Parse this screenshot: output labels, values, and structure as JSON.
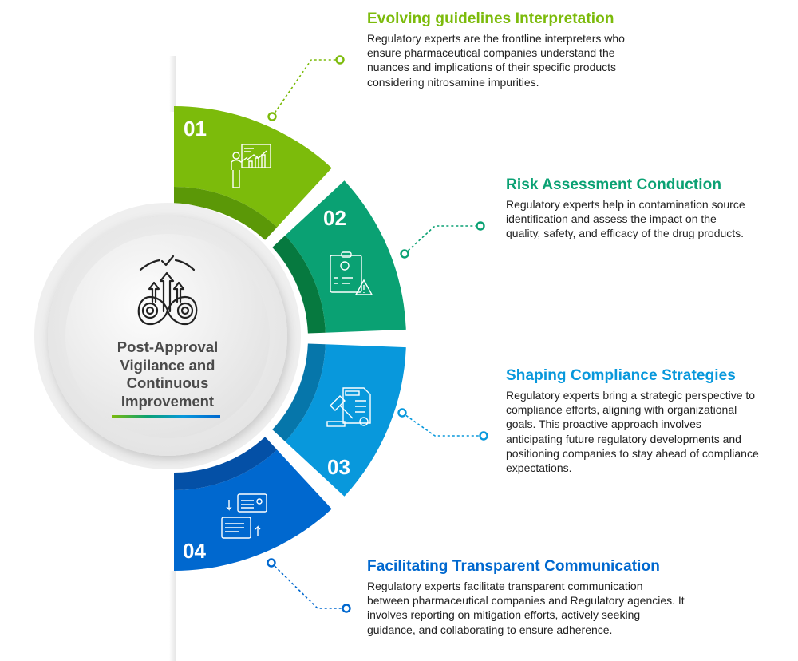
{
  "center": {
    "title": "Post-Approval Vigilance and Continuous Improvement",
    "icon": "improvement-gears-icon"
  },
  "steps": [
    {
      "number": "01",
      "title": "Evolving guidelines Interpretation",
      "body": "Regulatory experts are the frontline interpreters who ensure pharmaceutical companies understand the nuances and implications of their specific products considering nitrosamine impurities.",
      "color": "#7cbb0b",
      "dark": "#5b9807",
      "icon": "presentation-chart-icon"
    },
    {
      "number": "02",
      "title": "Risk Assessment Conduction",
      "body": "Regulatory experts help in contamination source identification and assess the impact on the quality, safety, and efficacy of the drug products.",
      "color": "#0aa173",
      "dark": "#06793f",
      "icon": "clipboard-warning-icon"
    },
    {
      "number": "03",
      "title": "Shaping Compliance Strategies",
      "body": "Regulatory experts bring a strategic perspective to compliance efforts, aligning with organizational goals. This proactive approach involves anticipating future regulatory developments and positioning companies to stay ahead of compliance expectations.",
      "color": "#0898dc",
      "dark": "#0676aa",
      "icon": "gavel-document-icon"
    },
    {
      "number": "04",
      "title": "Facilitating Transparent Communication",
      "body": "Regulatory experts facilitate transparent communication between pharmaceutical companies and Regulatory agencies. It involves reporting on mitigation efforts, actively seeking guidance, and collaborating to ensure adherence.",
      "color": "#0068cf",
      "dark": "#0450a6",
      "icon": "communication-cards-icon"
    }
  ]
}
